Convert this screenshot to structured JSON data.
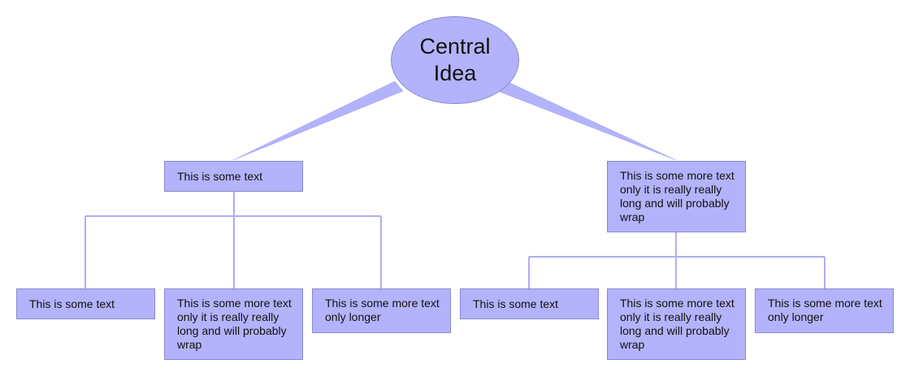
{
  "diagram": {
    "central": {
      "label": "Central Idea"
    },
    "left_branch": {
      "label": "This is some text",
      "children": [
        {
          "label": "This is some text"
        },
        {
          "label": "This is some more text only it is really really long and will probably wrap"
        },
        {
          "label": "This is some more text only longer"
        }
      ]
    },
    "right_branch": {
      "label": "This is some more text only it is really really long and will probably wrap",
      "children": [
        {
          "label": "This is some text"
        },
        {
          "label": "This is some more text only it is really really long and will probably wrap"
        },
        {
          "label": "This is some more text only longer"
        }
      ]
    },
    "colors": {
      "node_fill": "#b3b3fb",
      "node_border": "#8a8ad0",
      "connector": "#b3b3fb"
    }
  }
}
